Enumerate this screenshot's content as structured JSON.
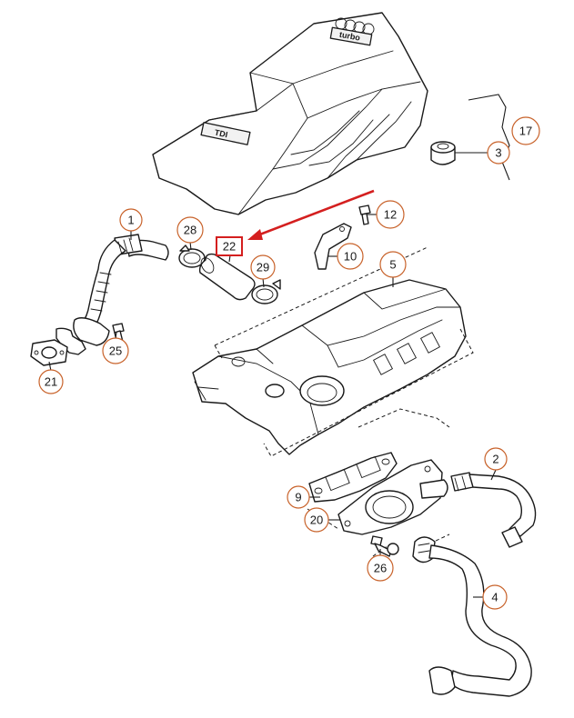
{
  "diagram": {
    "highlight_color": "#d41f1f",
    "callout_color": "#c8622a",
    "cover_badge": "TDI",
    "cover_logo": "turbo",
    "callouts": [
      {
        "id": "c17",
        "label": "17"
      },
      {
        "id": "c3",
        "label": "3"
      },
      {
        "id": "c12",
        "label": "12"
      },
      {
        "id": "c1",
        "label": "1"
      },
      {
        "id": "c28",
        "label": "28"
      },
      {
        "id": "c22",
        "label": "22",
        "highlighted": true
      },
      {
        "id": "c10",
        "label": "10"
      },
      {
        "id": "c29",
        "label": "29"
      },
      {
        "id": "c5",
        "label": "5"
      },
      {
        "id": "c25",
        "label": "25"
      },
      {
        "id": "c21",
        "label": "21"
      },
      {
        "id": "c2",
        "label": "2"
      },
      {
        "id": "c9",
        "label": "9"
      },
      {
        "id": "c20",
        "label": "20"
      },
      {
        "id": "c26",
        "label": "26"
      },
      {
        "id": "c4",
        "label": "4"
      }
    ]
  }
}
